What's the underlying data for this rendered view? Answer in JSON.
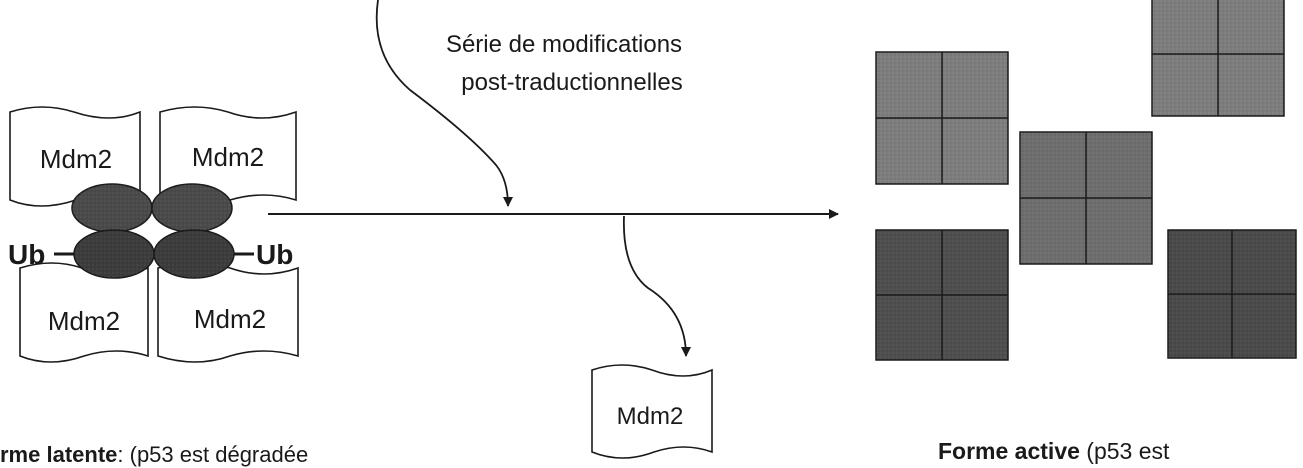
{
  "annotation": {
    "line1": "Série de modifications",
    "line2": "post-traductionnelles"
  },
  "latent": {
    "mdm2_top_left": "Mdm2",
    "mdm2_top_right": "Mdm2",
    "mdm2_bottom_left": "Mdm2",
    "mdm2_bottom_right": "Mdm2",
    "ub_left": "Ub",
    "ub_right": "Ub"
  },
  "released": {
    "mdm2": "Mdm2"
  },
  "captions": {
    "latent_bold": "rme latente",
    "latent_rest": ": (p53 est dégradée",
    "active_bold": "Forme active",
    "active_rest": " (p53 est"
  },
  "colors": {
    "line": "#1a1a1a",
    "oval_fill": "#4a4a4a",
    "tetramer_light": "#7d7d7d",
    "tetramer_dark": "#4a4a4a"
  }
}
